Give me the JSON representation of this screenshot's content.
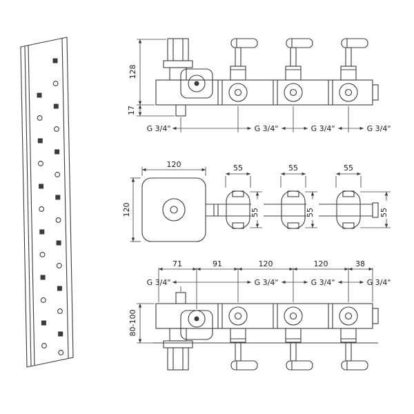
{
  "drawing": {
    "side_view": {
      "dim_height": "128",
      "dim_outlet_depth": "17",
      "connection_labels": [
        "G 3/4\"",
        "G 3/4\"",
        "G 3/4\"",
        "G 3/4\""
      ]
    },
    "front_view": {
      "dim_plate_width": "120",
      "dim_plate_height": "120",
      "dim_valve_width_labels": [
        "55",
        "55",
        "55"
      ],
      "dim_valve_depth_labels": [
        "55",
        "55",
        "55"
      ]
    },
    "bottom_view": {
      "dim_spacing_labels": [
        "71",
        "91",
        "120",
        "120",
        "38"
      ],
      "connection_labels": [
        "G 3/4\"",
        "G 3/4\"",
        "G 3/4\"",
        "G 3/4\""
      ],
      "dim_install_depth": "80-100"
    },
    "colors": {
      "line": "#3a3a3a",
      "text": "#1a1a1a",
      "background": "#ffffff"
    }
  }
}
